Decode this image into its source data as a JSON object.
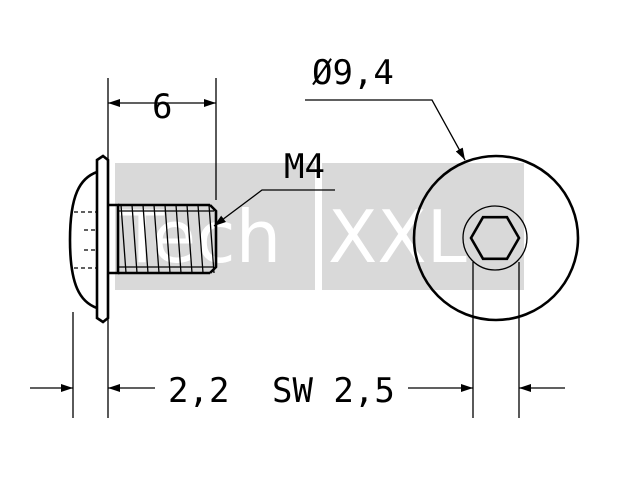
{
  "dimensions": {
    "thread_length": "6",
    "thread_size": "M4",
    "head_diameter": "Ø9,4",
    "head_height": "2,2",
    "socket_size": "SW 2,5"
  },
  "watermark": {
    "text_left": "Tech",
    "text_right": "XXL"
  },
  "colors": {
    "line": "#000000",
    "watermark_bg": "#d9d9d9",
    "background": "#ffffff"
  }
}
